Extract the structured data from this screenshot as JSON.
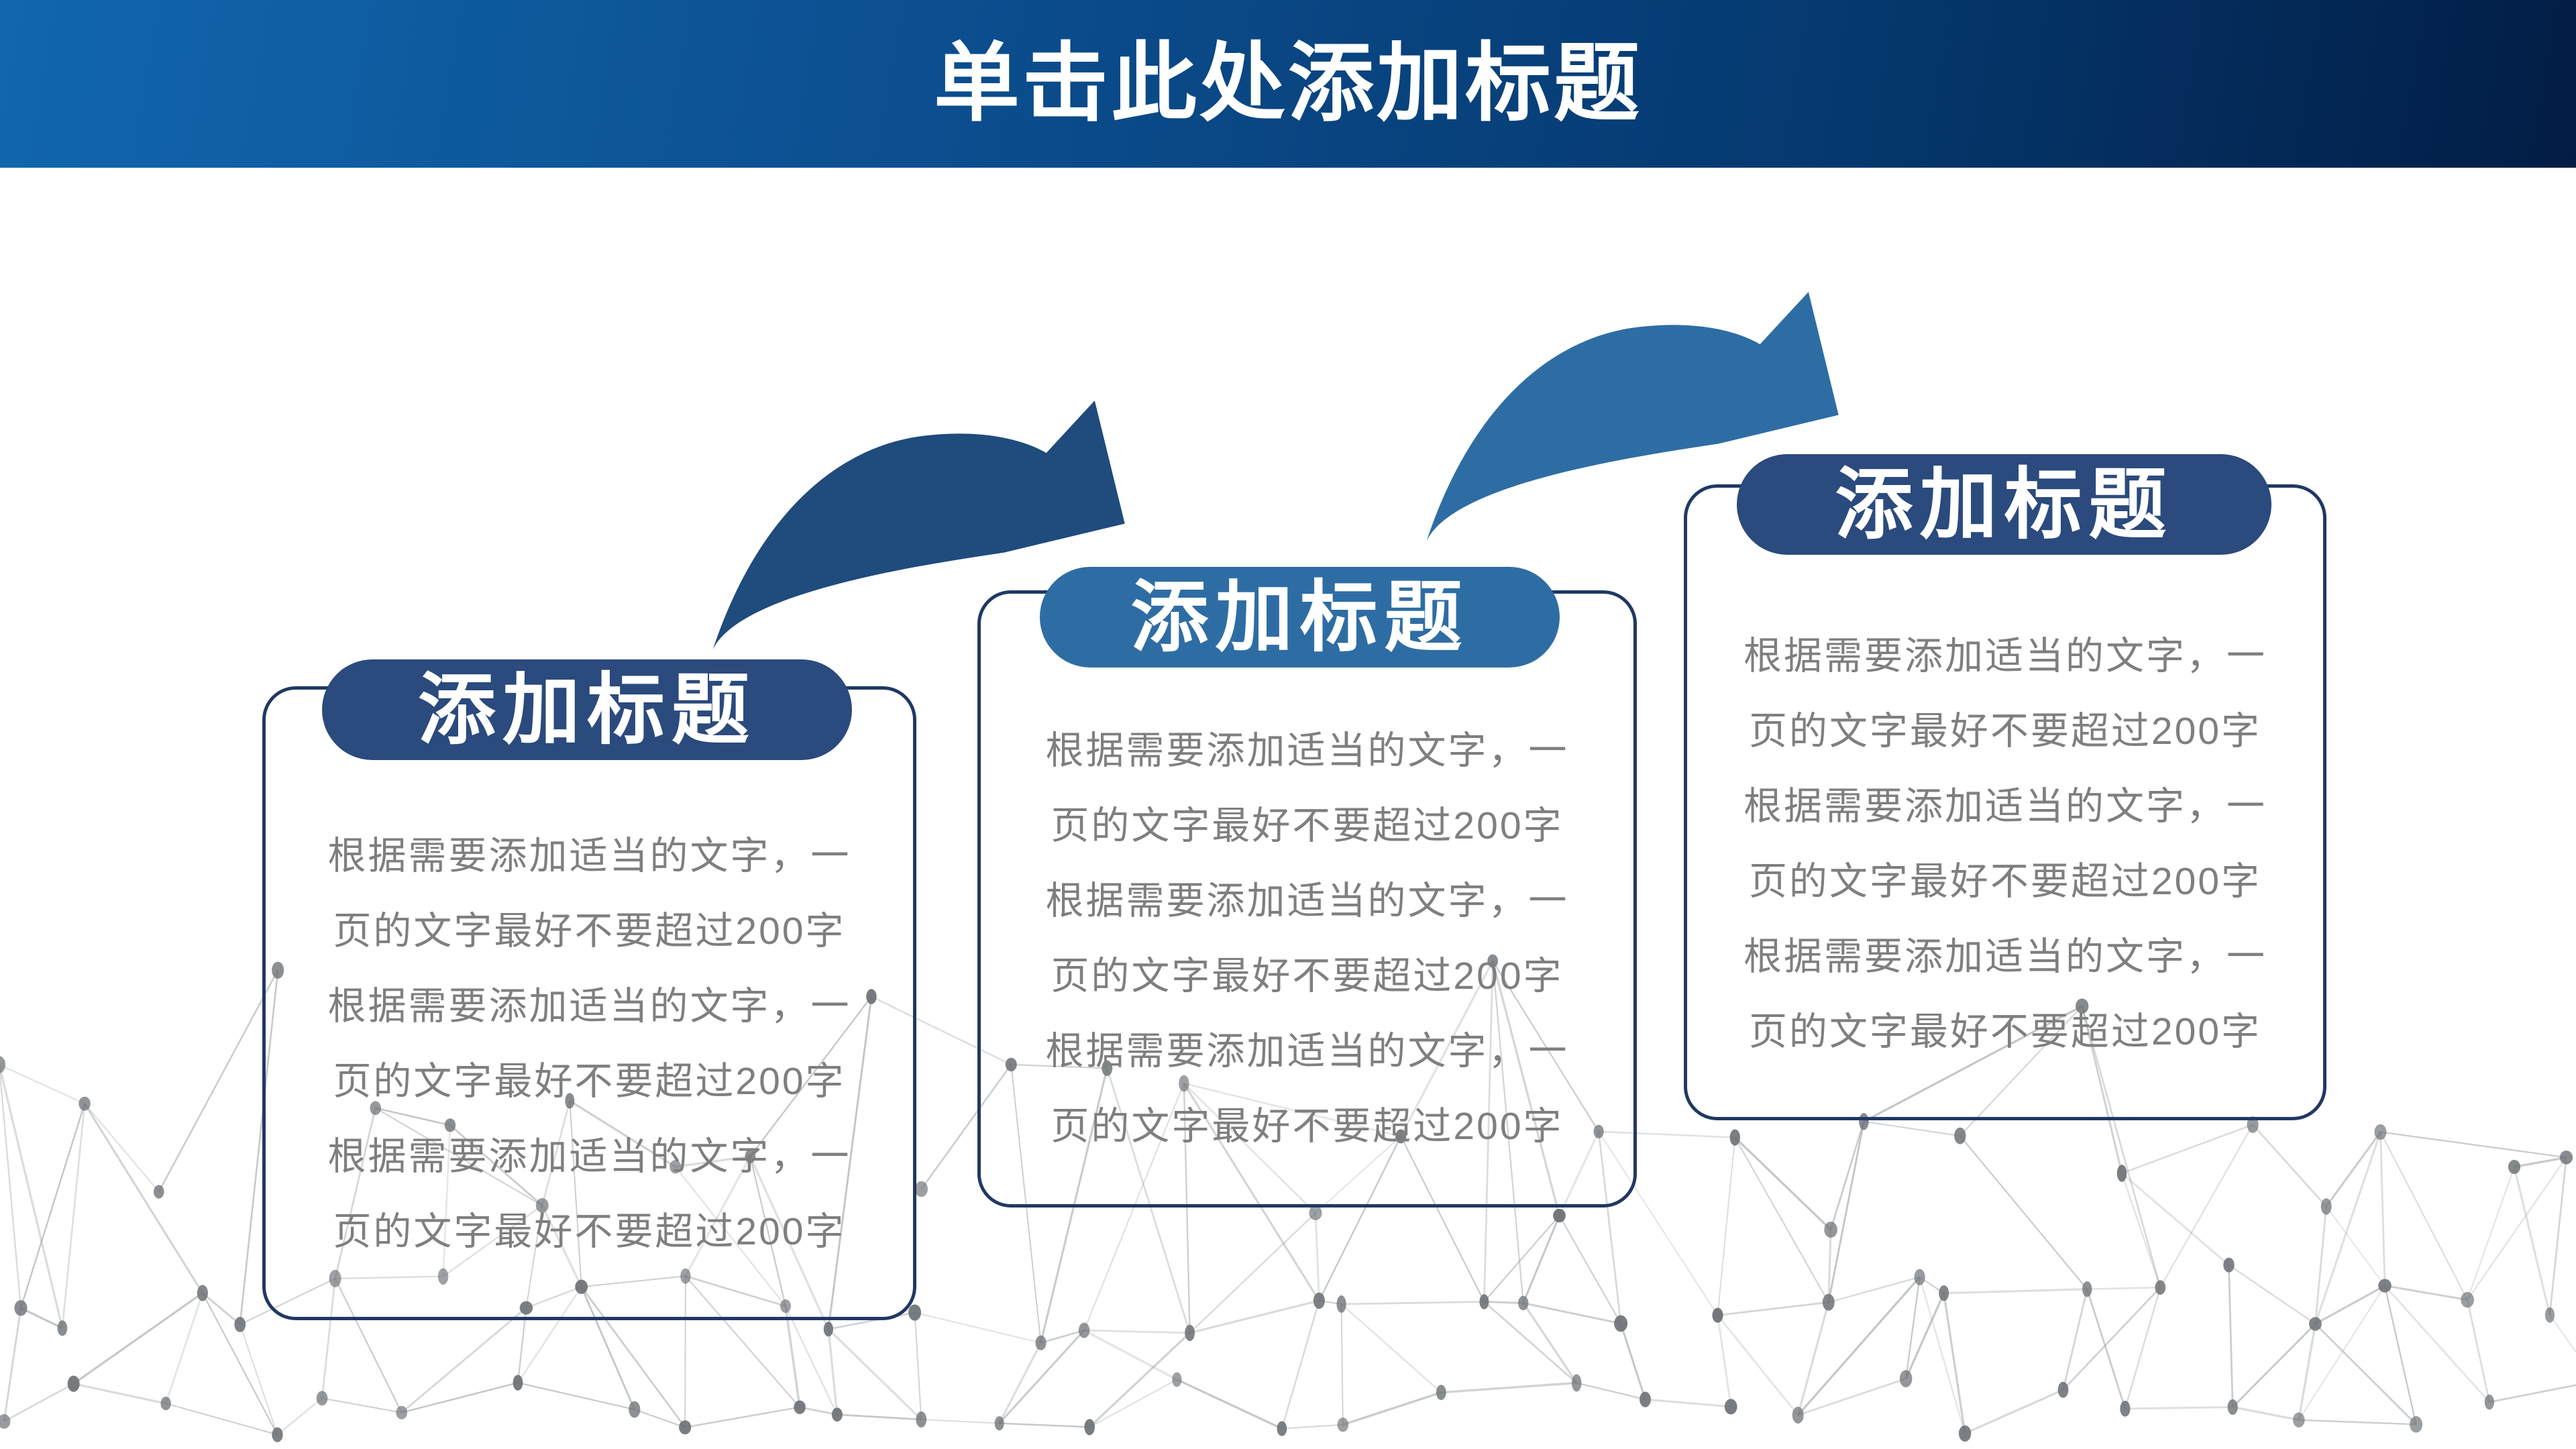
{
  "slide": {
    "title": "单击此处添加标题"
  },
  "cards": [
    {
      "title": "添加标题",
      "lines": [
        "根据需要添加适当的文字，一",
        "页的文字最好不要超过200字",
        "根据需要添加适当的文字，一",
        "页的文字最好不要超过200字",
        "根据需要添加适当的文字，一",
        "页的文字最好不要超过200字"
      ]
    },
    {
      "title": "添加标题",
      "lines": [
        "根据需要添加适当的文字，一",
        "页的文字最好不要超过200字",
        "根据需要添加适当的文字，一",
        "页的文字最好不要超过200字",
        "根据需要添加适当的文字，一",
        "页的文字最好不要超过200字"
      ]
    },
    {
      "title": "添加标题",
      "lines": [
        "根据需要添加适当的文字，一",
        "页的文字最好不要超过200字",
        "根据需要添加适当的文字，一",
        "页的文字最好不要超过200字",
        "根据需要添加适当的文字，一",
        "页的文字最好不要超过200字"
      ]
    }
  ],
  "icons": {
    "arrow_1": "curved-swoosh-arrow",
    "arrow_2": "curved-swoosh-arrow",
    "background": "plexus-network-mesh"
  },
  "colors": {
    "grad-a": "#1166AE",
    "grad-b": "#0B4C8C",
    "grad-c": "#05386E",
    "grad-d": "#021D45",
    "title-text": "#FFFFFF",
    "navy": "#2B4A7D",
    "steel": "#2E6DA4",
    "arrow-dark": "#1F4B7D",
    "arrow-light": "#2E6DA4",
    "card-border": "#203864",
    "body-text": "#7F7F7F",
    "mesh-dot": "#6E7276",
    "mesh-line": "#9B9FA3"
  }
}
